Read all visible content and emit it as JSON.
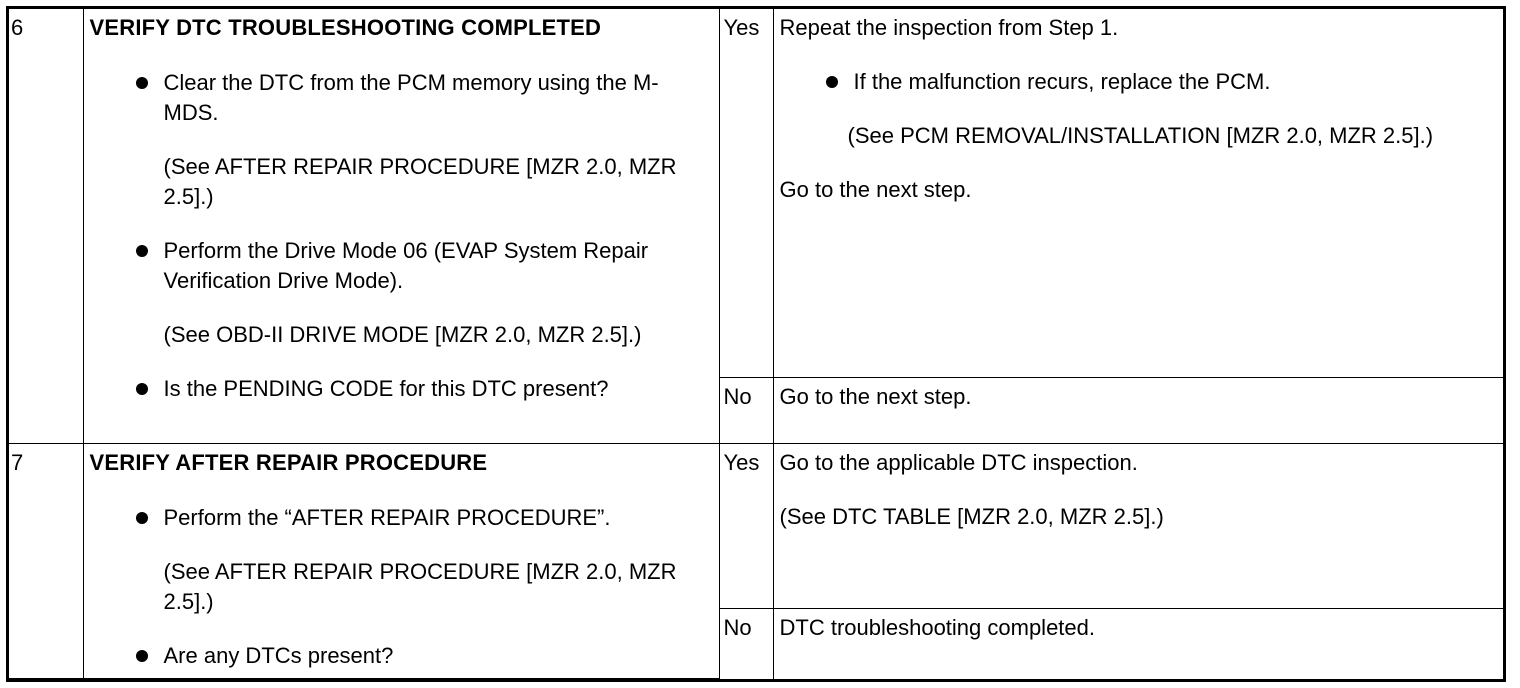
{
  "steps": [
    {
      "number": "6",
      "title": "VERIFY DTC TROUBLESHOOTING COMPLETED",
      "items": [
        {
          "text": "Clear the DTC from the PCM memory using the M-MDS.",
          "note": "(See AFTER REPAIR PROCEDURE [MZR 2.0, MZR 2.5].)"
        },
        {
          "text": "Perform the Drive Mode 06 (EVAP System Repair Verification Drive Mode).",
          "note": "(See OBD-II DRIVE MODE [MZR 2.0, MZR 2.5].)"
        },
        {
          "text": "Is the PENDING CODE for this DTC present?"
        }
      ],
      "yes_label": "Yes",
      "yes_action": {
        "line1": "Repeat the inspection from Step 1.",
        "bullet": "If the malfunction recurs, replace the PCM.",
        "note": "(See PCM REMOVAL/INSTALLATION [MZR 2.0, MZR 2.5].)",
        "line2": "Go to the next step."
      },
      "no_label": "No",
      "no_action": "Go to the next step."
    },
    {
      "number": "7",
      "title": "VERIFY AFTER REPAIR PROCEDURE",
      "items": [
        {
          "text": "Perform the “AFTER REPAIR PROCEDURE”.",
          "note": "(See AFTER REPAIR PROCEDURE [MZR 2.0, MZR 2.5].)"
        },
        {
          "text": "Are any DTCs present?"
        }
      ],
      "yes_label": "Yes",
      "yes_action": {
        "line1": "Go to the applicable DTC inspection.",
        "note": "(See DTC TABLE [MZR 2.0, MZR 2.5].)"
      },
      "no_label": "No",
      "no_action": "DTC troubleshooting completed."
    }
  ]
}
